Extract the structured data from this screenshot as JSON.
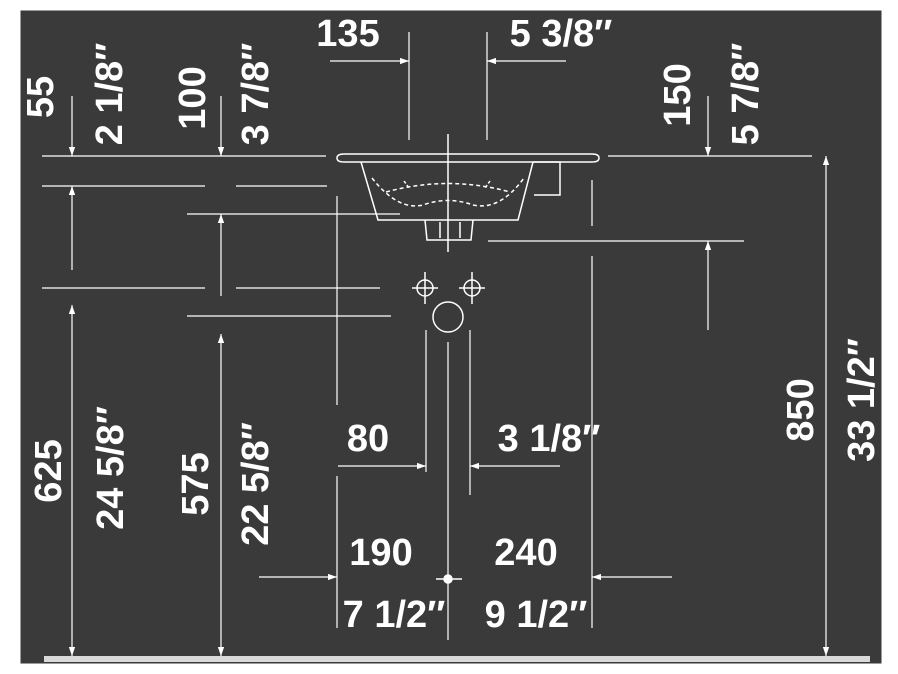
{
  "colors": {
    "background": "#3a3a3a",
    "frame": "#ffffff",
    "line": "#ffffff",
    "floor": "#d9d9d9"
  },
  "dimensions": {
    "top_offset_mm": "135",
    "top_offset_in": "5 3/8″",
    "rim_55_mm": "55",
    "rim_55_in": "2 1/8″",
    "rim_100_mm": "100",
    "rim_100_in": "3 7/8″",
    "rim_150_mm": "150",
    "rim_150_in": "5 7/8″",
    "height_625_mm": "625",
    "height_625_in": "24 5/8″",
    "height_575_mm": "575",
    "height_575_in": "22 5/8″",
    "height_850_mm": "850",
    "height_850_in": "33 1/2″",
    "spacing_80_mm": "80",
    "spacing_80_in": "3 1/8″",
    "left_190_mm": "190",
    "left_190_in": "7 1/2″",
    "right_240_mm": "240",
    "right_240_in": "9 1/2″"
  }
}
